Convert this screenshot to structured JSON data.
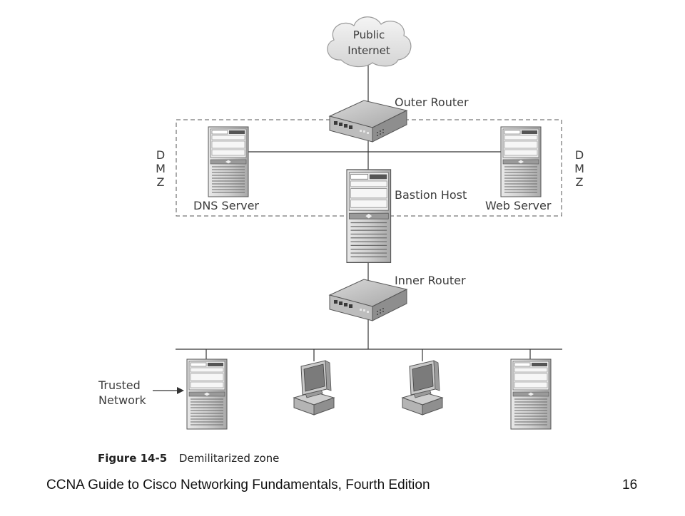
{
  "nodes": {
    "internet": "Public Internet",
    "outer_router": "Outer Router",
    "dns_server": "DNS Server",
    "bastion_host": "Bastion Host",
    "web_server": "Web Server",
    "inner_router": "Inner Router",
    "trusted_network": "Trusted Network"
  },
  "internet_lines": [
    "Public",
    "Internet"
  ],
  "trusted_lines": [
    "Trusted",
    "Network"
  ],
  "dmz_letters": [
    "D",
    "M",
    "Z"
  ],
  "caption": {
    "figure": "Figure 14-5",
    "title": "Demilitarized zone"
  },
  "footer": {
    "book": "CCNA Guide to Cisco Networking Fundamentals, Fourth Edition",
    "page": "16"
  }
}
